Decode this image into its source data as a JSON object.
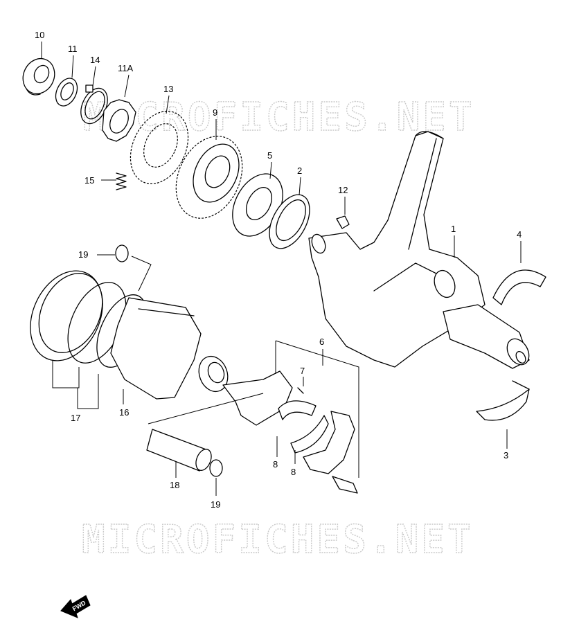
{
  "watermarks": [
    "MICROFICHES.NET",
    "MICROFICHES.NET"
  ],
  "direction_badge": "FWD",
  "callouts": [
    "10",
    "11",
    "14",
    "11A",
    "13",
    "9",
    "15",
    "5",
    "2",
    "12",
    "1",
    "4",
    "19",
    "6",
    "7",
    "17",
    "16",
    "8",
    "8",
    "3",
    "18",
    "19"
  ]
}
